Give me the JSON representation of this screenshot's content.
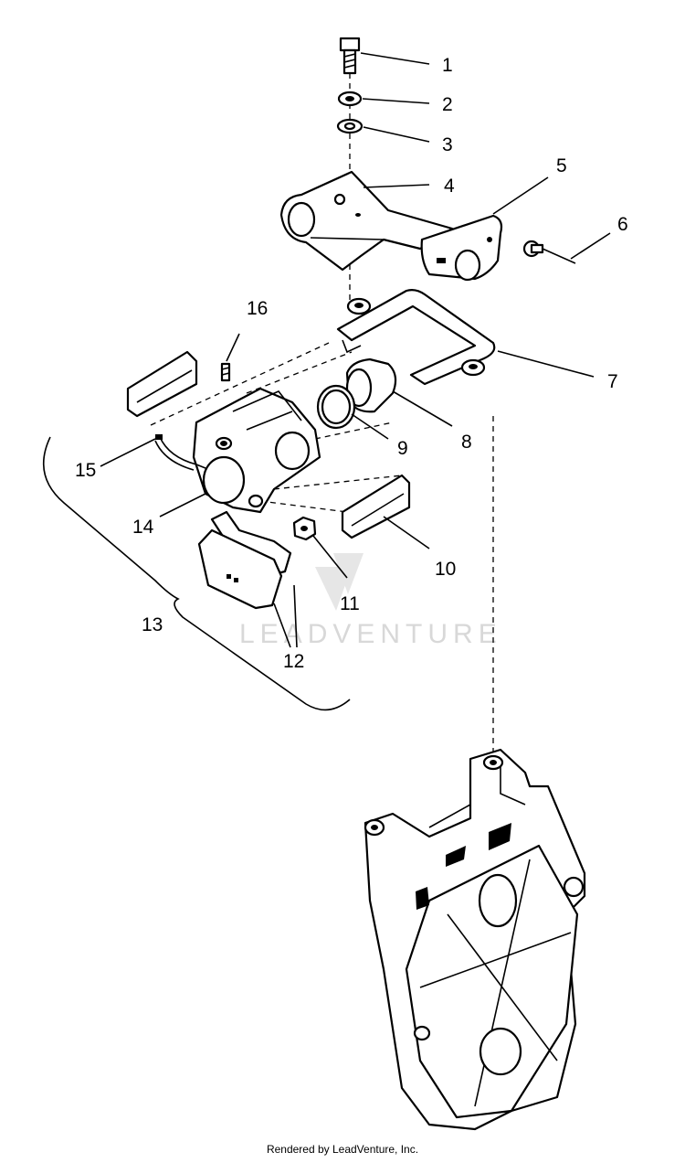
{
  "labels": [
    "1",
    "2",
    "3",
    "4",
    "5",
    "6",
    "7",
    "8",
    "9",
    "10",
    "11",
    "12",
    "13",
    "14",
    "15",
    "16"
  ],
  "watermark": "LEADVENTURE",
  "footer": "Rendered by LeadVenture, Inc."
}
